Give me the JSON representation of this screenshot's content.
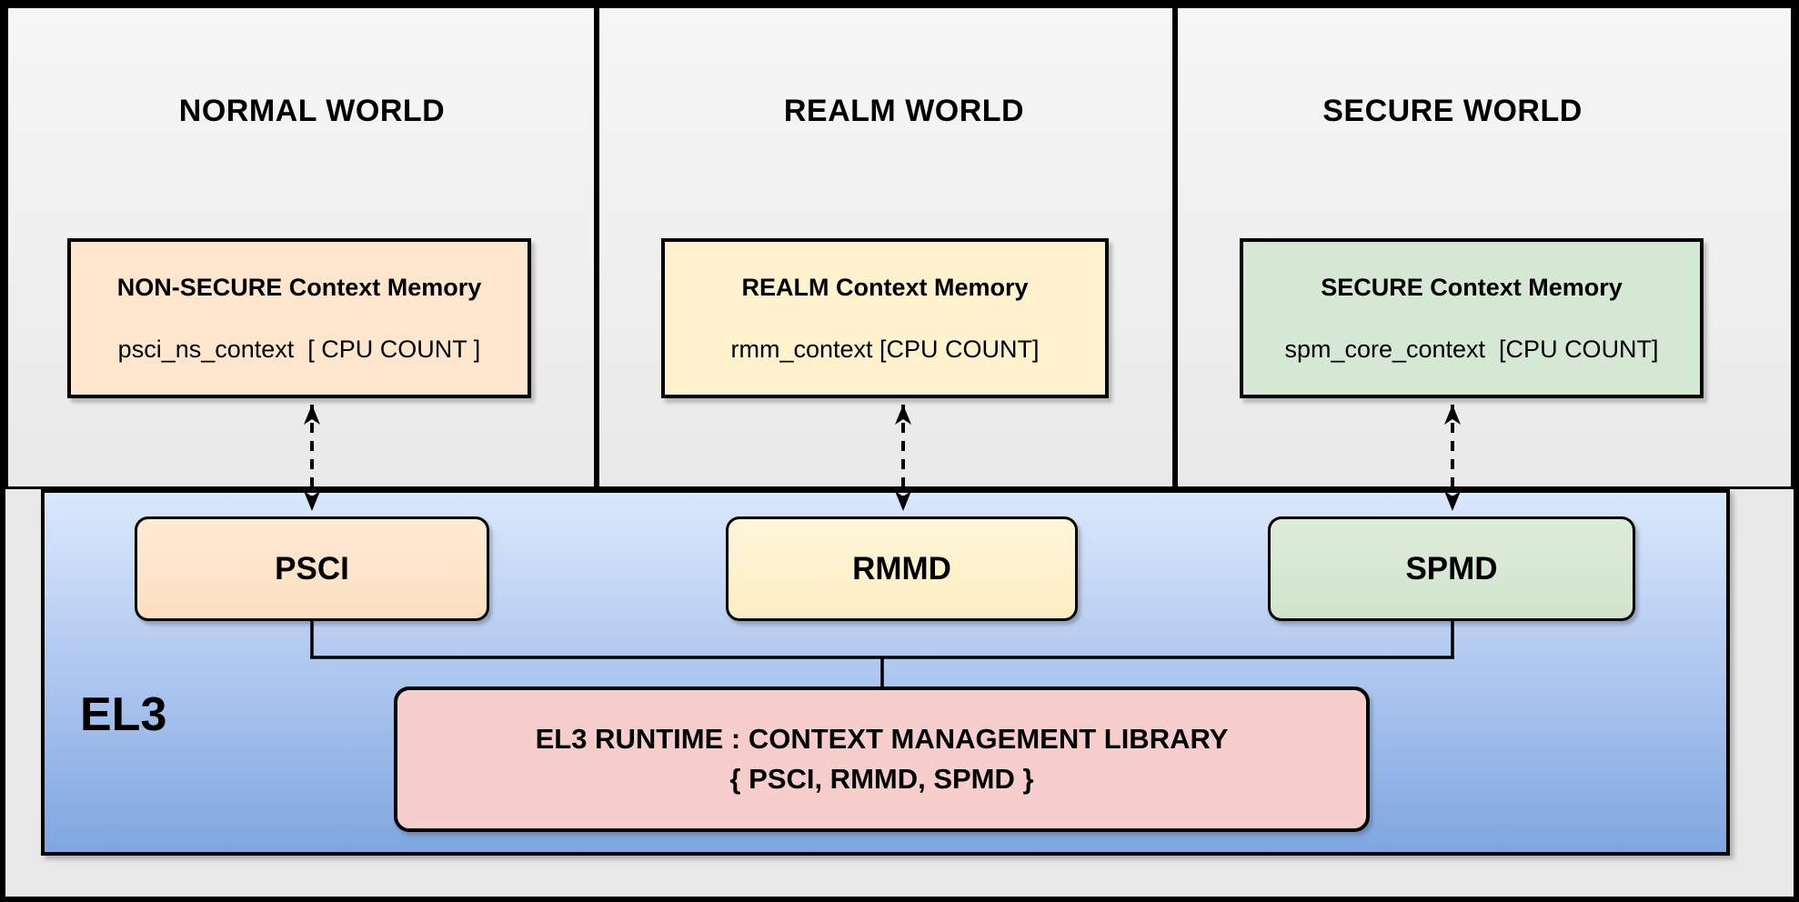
{
  "worlds": [
    {
      "name": "NORMAL WORLD",
      "memory_title": "NON-SECURE Context Memory",
      "memory_code": "psci_ns_context  [ CPU COUNT ]",
      "color": "#ffe6cc"
    },
    {
      "name": "REALM WORLD",
      "memory_title": "REALM Context Memory",
      "memory_code": "rmm_context [CPU COUNT]",
      "color": "#fff2cc"
    },
    {
      "name": "SECURE WORLD",
      "memory_title": "SECURE Context Memory",
      "memory_code": "spm_core_context  [CPU COUNT]",
      "color": "#d5e8d4"
    }
  ],
  "el3": {
    "label": "EL3",
    "components": [
      {
        "label": "PSCI",
        "color": "#ffe6cc"
      },
      {
        "label": "RMMD",
        "color": "#fff2cc"
      },
      {
        "label": "SPMD",
        "color": "#d5e8d4"
      }
    ],
    "runtime": {
      "line1": "EL3 RUNTIME : CONTEXT MANAGEMENT LIBRARY",
      "line2": "{ PSCI, RMMD, SPMD }",
      "color": "#f8cecc"
    },
    "background_gradient": {
      "top": "#dae8fc",
      "bottom": "#7ea6e0"
    }
  },
  "colors": {
    "stroke": "#000000",
    "panel_background": "#f2f2f2",
    "outer_background": "#e8e8e8"
  }
}
